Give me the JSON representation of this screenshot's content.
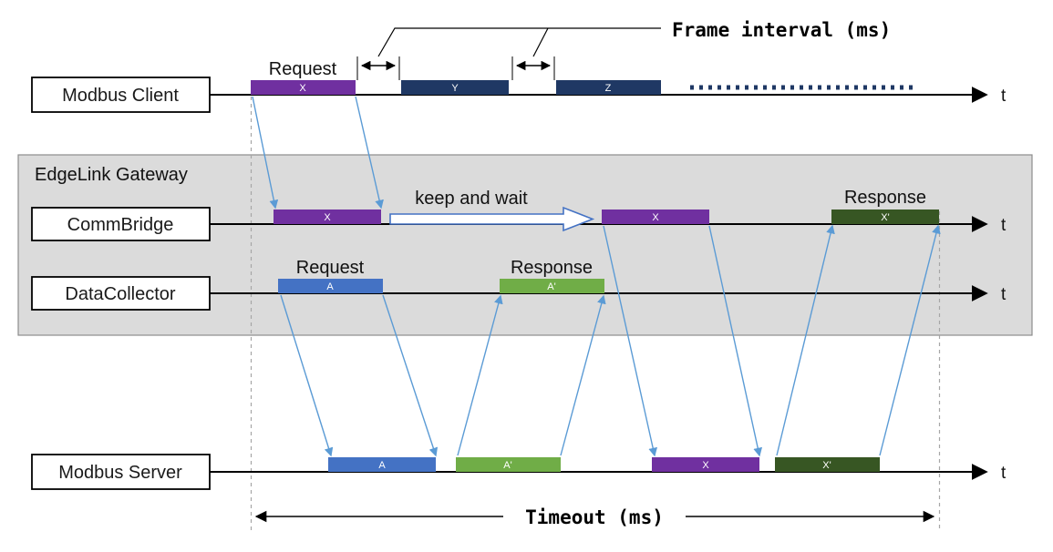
{
  "diagram": {
    "lanes": {
      "client": "Modbus Client",
      "commbridge": "CommBridge",
      "datacollector": "DataCollector",
      "server": "Modbus Server"
    },
    "gateway_label": "EdgeLink Gateway",
    "axis_t": "t",
    "annotations": {
      "frame_interval": "Frame interval (ms)",
      "timeout": "Timeout (ms)",
      "keep_and_wait": "keep and wait",
      "client_request": "Request",
      "commbridge_response": "Response",
      "collector_request": "Request",
      "collector_response": "Response"
    },
    "blocks": {
      "client_x": {
        "label": "X"
      },
      "client_y": {
        "label": "Y"
      },
      "client_z": {
        "label": "Z"
      },
      "commbridge_x1": {
        "label": "X"
      },
      "commbridge_x2": {
        "label": "X"
      },
      "commbridge_xr": {
        "label": "X'"
      },
      "collector_a": {
        "label": "A"
      },
      "collector_ar": {
        "label": "A'"
      },
      "server_a": {
        "label": "A"
      },
      "server_ar": {
        "label": "A'"
      },
      "server_x": {
        "label": "X"
      },
      "server_xr": {
        "label": "X'"
      }
    },
    "colors": {
      "purple": "#7030A0",
      "navy": "#1F3864",
      "blue": "#4472C4",
      "green": "#70AD47",
      "dark_green": "#375623",
      "arrow_blue": "#5B9BD5",
      "gateway_bg": "#DBDBDB"
    }
  }
}
